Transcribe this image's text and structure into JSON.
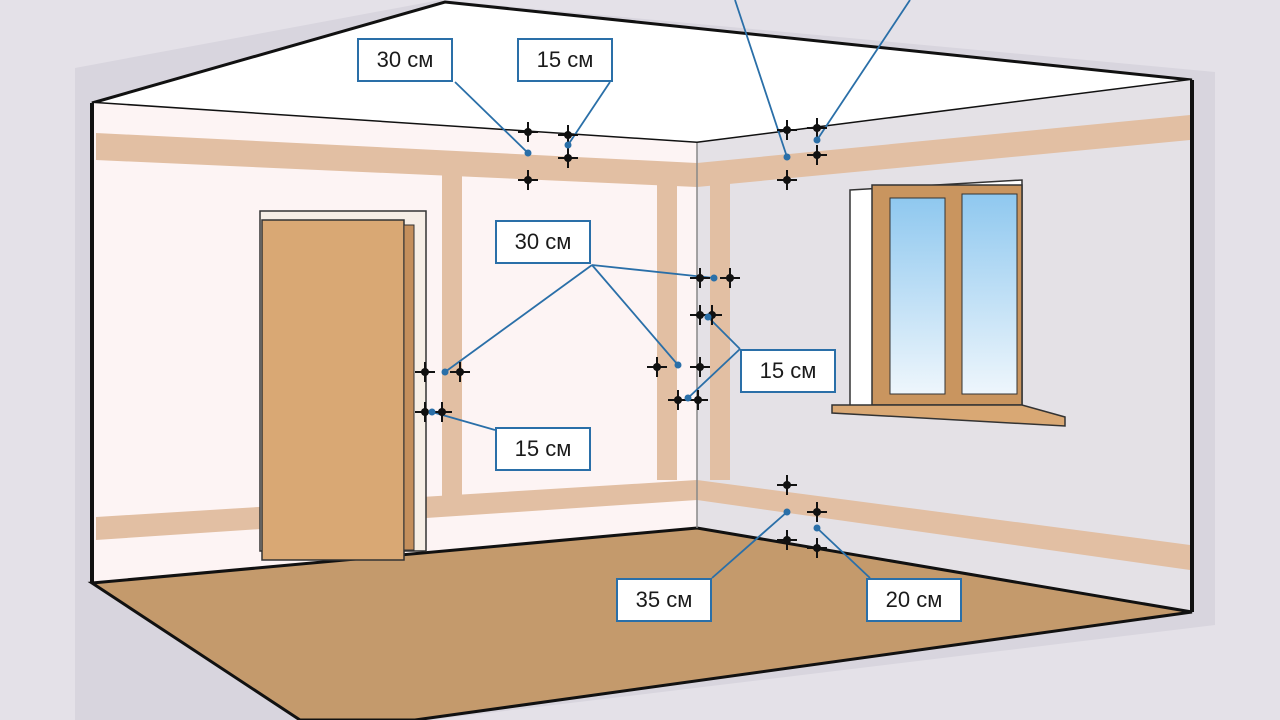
{
  "title": "Socket and switch placement distances diagram",
  "colors": {
    "accent": "#2a6fa8",
    "floor": "#c49a6c",
    "band": "#e2bfa3",
    "door": "#d9a874"
  },
  "labels": [
    {
      "id": "ceiling-left-30",
      "text": "30 см"
    },
    {
      "id": "ceiling-left-15",
      "text": "15 см"
    },
    {
      "id": "wall-30",
      "text": "30 см"
    },
    {
      "id": "corner-15",
      "text": "15 см"
    },
    {
      "id": "door-15",
      "text": "15 см"
    },
    {
      "id": "floor-35",
      "text": "35 см"
    },
    {
      "id": "floor-20",
      "text": "20 см"
    }
  ]
}
